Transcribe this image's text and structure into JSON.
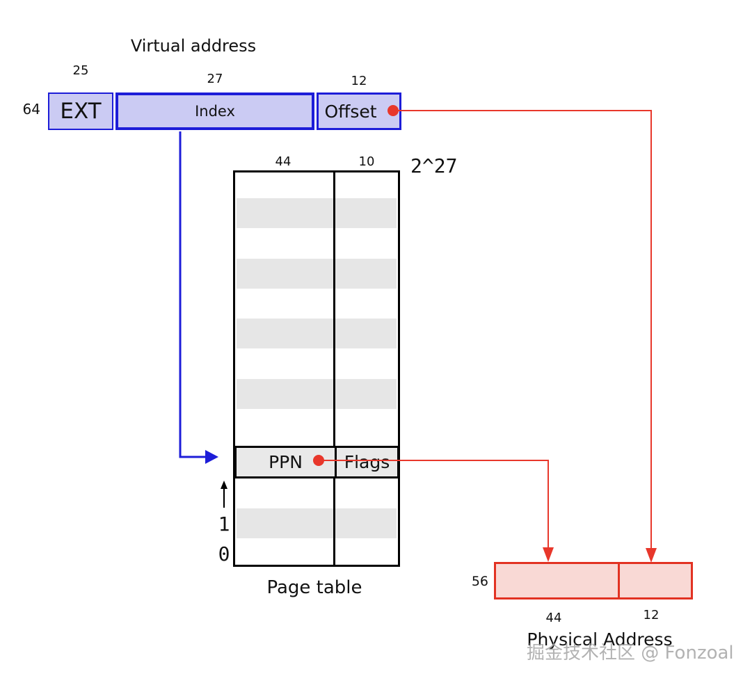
{
  "title": "Virtual address",
  "virtual_address": {
    "width_label": "64",
    "fields": [
      {
        "name": "EXT",
        "bits": "25"
      },
      {
        "name": "Index",
        "bits": "27"
      },
      {
        "name": "Offset",
        "bits": "12"
      }
    ]
  },
  "page_table": {
    "caption": "Page table",
    "entry_count_label": "2^27",
    "ppn_column_bits": "44",
    "flags_column_bits": "10",
    "entry": {
      "ppn": "PPN",
      "flags": "Flags"
    },
    "row_index_1": "1",
    "row_index_0": "0"
  },
  "physical_address": {
    "caption": "Physical Address",
    "width_label": "56",
    "ppn_bits": "44",
    "offset_bits": "12"
  },
  "watermark": "掘金技术社区 @ Fonzoal",
  "colors": {
    "blue": "#1d1dd8",
    "blue_fill": "#cbcbf3",
    "red": "#e8372b",
    "red_border": "#e23222",
    "red_fill": "#f9d9d5",
    "gray_band": "#e6e6e6",
    "entry_fill": "#e9e9e9",
    "watermark_gray": "#a5a5a5"
  }
}
